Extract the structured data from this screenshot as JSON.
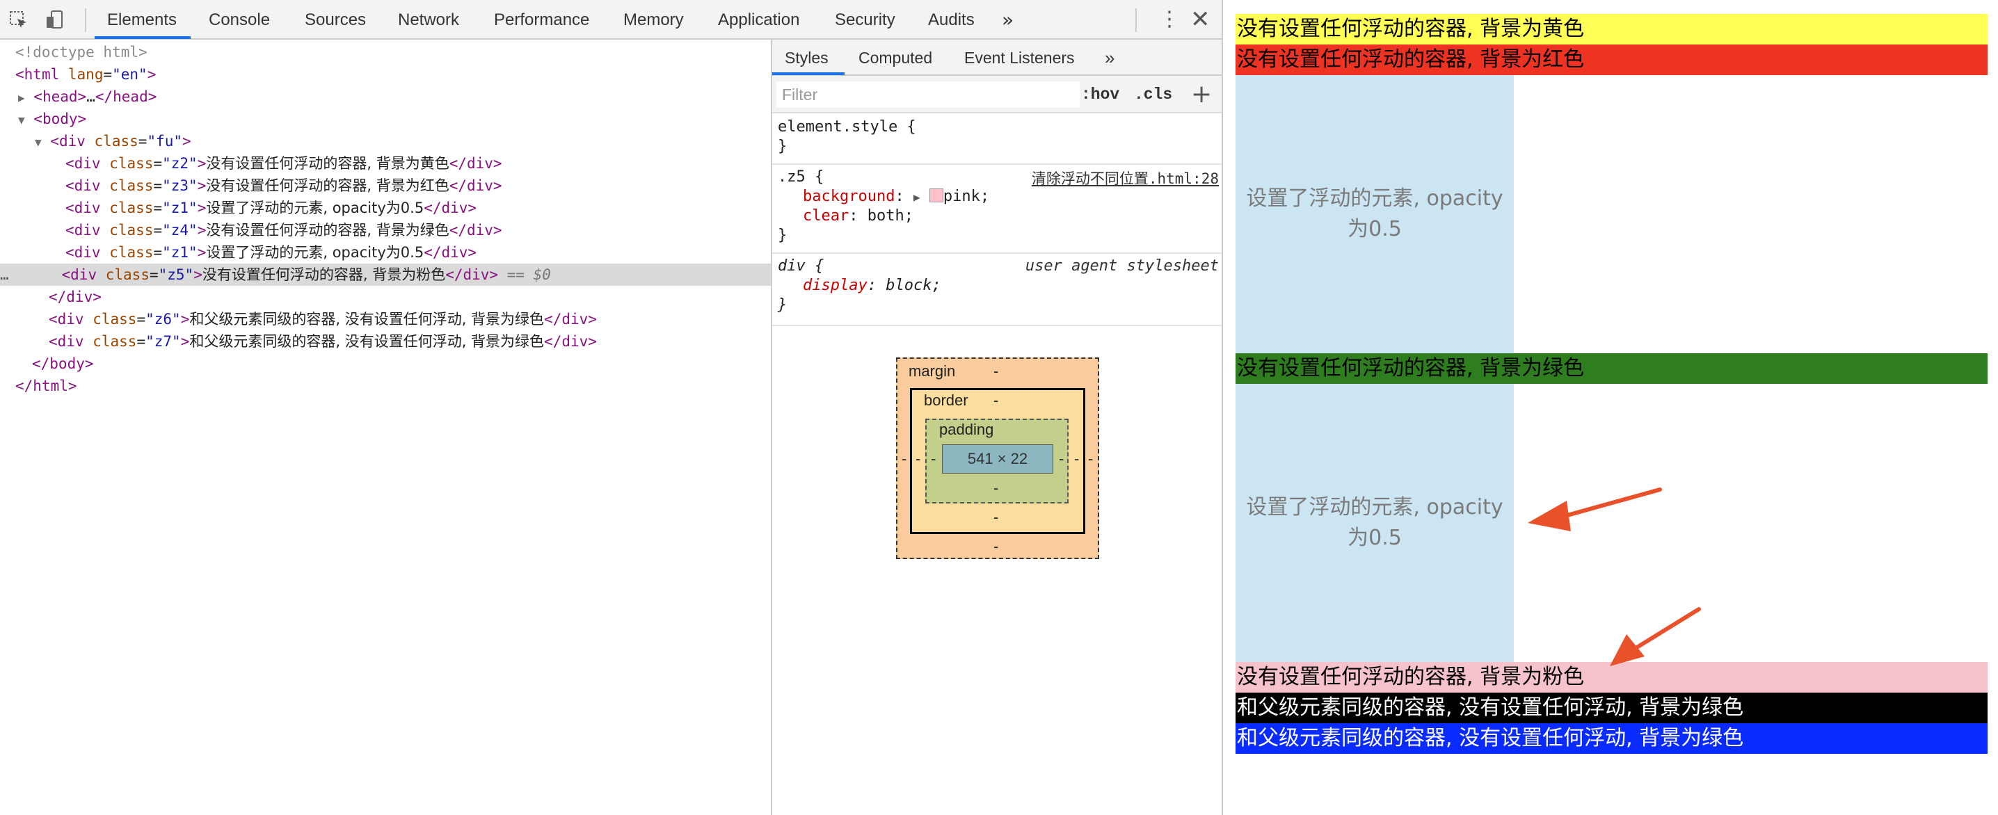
{
  "toolbar": {
    "tabs": [
      "Elements",
      "Console",
      "Sources",
      "Network",
      "Performance",
      "Memory",
      "Application",
      "Security",
      "Audits"
    ],
    "more": "»"
  },
  "dom": {
    "doctype": "<!doctype html>",
    "html_open": "html",
    "html_attr": "lang",
    "html_val": "\"en\"",
    "head": "head",
    "head_ellipsis": "…",
    "body": "body",
    "div_fu": "\"fu\"",
    "children": [
      {
        "cls": "\"z2\"",
        "text": "没有设置任何浮动的容器, 背景为黄色"
      },
      {
        "cls": "\"z3\"",
        "text": "没有设置任何浮动的容器, 背景为红色"
      },
      {
        "cls": "\"z1\"",
        "text": "设置了浮动的元素, opacity为0.5"
      },
      {
        "cls": "\"z4\"",
        "text": "没有设置任何浮动的容器, 背景为绿色"
      },
      {
        "cls": "\"z1\"",
        "text": "设置了浮动的元素, opacity为0.5"
      },
      {
        "cls": "\"z5\"",
        "text": "没有设置任何浮动的容器, 背景为粉色"
      }
    ],
    "selected_suffix": " == $0",
    "siblings": [
      {
        "cls": "\"z6\"",
        "text": "和父级元素同级的容器, 没有设置任何浮动, 背景为绿色"
      },
      {
        "cls": "\"z7\"",
        "text": "和父级元素同级的容器, 没有设置任何浮动, 背景为绿色"
      }
    ]
  },
  "styles": {
    "subtabs": [
      "Styles",
      "Computed",
      "Event Listeners"
    ],
    "more": "»",
    "filter_placeholder": "Filter",
    "hov": ":hov",
    "cls": ".cls",
    "plus": "+",
    "element_style": "element.style {",
    "close_brace": "}",
    "rule1_selector": ".z5 {",
    "rule1_source": "清除浮动不同位置.html:28",
    "rule1_prop1": "background",
    "rule1_val1": "pink;",
    "rule1_prop2": "clear",
    "rule1_val2": " both;",
    "rule2_selector": "div {",
    "rule2_source": "user agent stylesheet",
    "rule2_prop1": "display",
    "rule2_val1": " block;",
    "boxmodel": {
      "margin_label": "margin",
      "border_label": "border",
      "padding_label": "padding",
      "content": "541 × 22",
      "dash": "-"
    }
  },
  "page": {
    "bars": [
      {
        "text": "没有设置任何浮动的容器, 背景为黄色",
        "bg": "#ffff55",
        "fg": "#000000"
      },
      {
        "text": "没有设置任何浮动的容器, 背景为红色",
        "bg": "#ee3322",
        "fg": "#000000"
      },
      {
        "text": "没有设置任何浮动的容器, 背景为绿色",
        "bg": "#2e7d1e",
        "fg": "#000000"
      },
      {
        "text": "没有设置任何浮动的容器, 背景为粉色",
        "bg": "#f6c2cb",
        "fg": "#000000"
      },
      {
        "text": "和父级元素同级的容器, 没有设置任何浮动, 背景为绿色",
        "bg": "#000000",
        "fg": "#ffffff"
      },
      {
        "text": "和父级元素同级的容器, 没有设置任何浮动, 背景为绿色",
        "bg": "#0a2bff",
        "fg": "#ffffff"
      }
    ],
    "floats": [
      {
        "text": "设置了浮动的元素, opacity为0.5"
      },
      {
        "text": "设置了浮动的元素, opacity为0.5"
      }
    ],
    "arrow_color": "#e8512a"
  }
}
